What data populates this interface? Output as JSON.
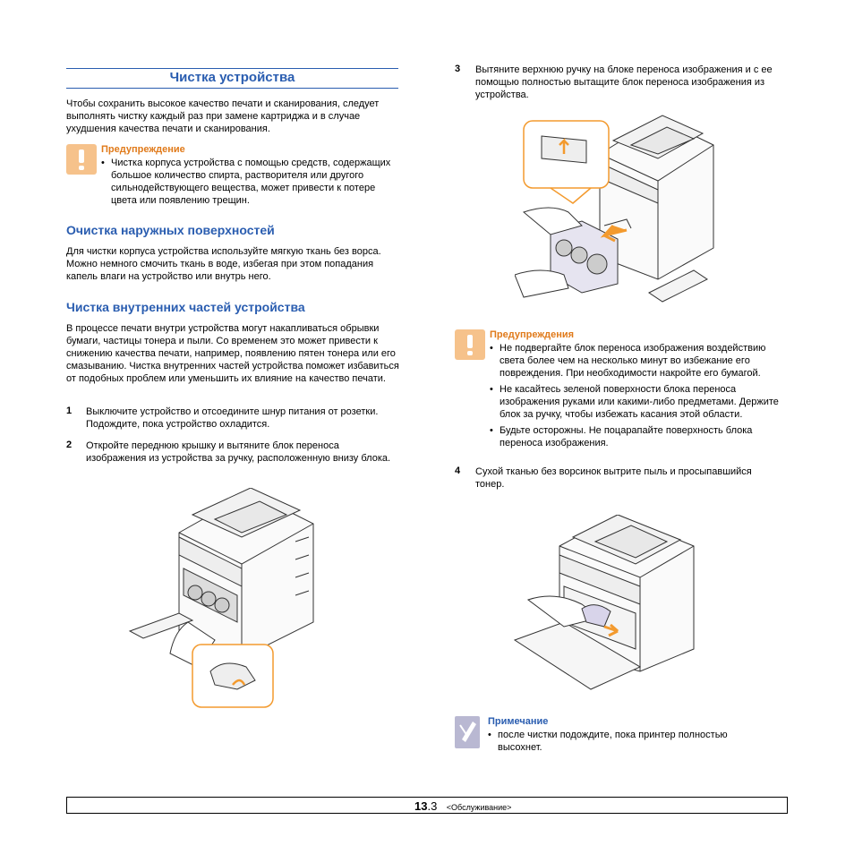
{
  "left": {
    "title": "Чистка устройства",
    "intro": "Чтобы сохранить высокое качество печати и сканирования, следует выполнять чистку каждый раз при замене картриджа и в случае ухудшения качества печати и сканирования.",
    "warning1": {
      "label": "Предупреждение",
      "items": [
        "Чистка корпуса устройства с помощью средств, содержащих большое количество спирта, растворителя или другого сильнодействующего вещества, может привести к потере цвета или появлению трещин."
      ]
    },
    "sec1": {
      "title": "Очистка наружных поверхностей",
      "text": "Для чистки корпуса устройства используйте мягкую ткань без ворса. Можно немного смочить ткань в воде, избегая при этом попадания капель влаги на устройство или внутрь него."
    },
    "sec2": {
      "title": "Чистка внутренних частей устройства",
      "text": "В процессе печати внутри устройства могут накапливаться обрывки бумаги, частицы тонера и пыли. Со временем это может привести к снижению качества печати, например, появлению пятен тонера или его смазыванию. Чистка внутренних частей устройства поможет избавиться от подобных проблем или уменьшить их влияние на качество печати."
    },
    "steps": [
      {
        "num": "1",
        "text": "Выключите устройство и отсоедините шнур питания от розетки. Подождите, пока устройство охладится."
      },
      {
        "num": "2",
        "text": "Откройте переднюю крышку и вытяните блок переноса изображения из устройства за ручку, расположенную внизу блока."
      }
    ]
  },
  "right": {
    "step3": {
      "num": "3",
      "text": "Вытяните верхнюю ручку на блоке переноса изображения и с ее помощью полностью вытащите блок переноса изображения из устройства."
    },
    "warning2": {
      "label": "Предупреждения",
      "items": [
        "Не подвергайте блок переноса изображения воздействию света более чем на несколько минут во избежание его повреждения. При необходимости накройте его бумагой.",
        "Не касайтесь зеленой поверхности блока переноса изображения руками или какими-либо предметами. Держите блок за ручку, чтобы избежать касания этой области.",
        "Будьте осторожны. Не поцарапайте поверхность блока переноса изображения."
      ]
    },
    "step4": {
      "num": "4",
      "text": "Сухой тканью без ворсинок вытрите пыль и просыпавшийся тонер."
    },
    "note": {
      "label": "Примечание",
      "items": [
        "после чистки подождите, пока принтер полностью высохнет."
      ]
    }
  },
  "footer": {
    "page_major": "13",
    "page_minor": ".3",
    "section": "<Обслуживание>"
  },
  "colors": {
    "heading": "#2a5db0",
    "warning_label": "#e07a1a",
    "warning_icon": "#f6c28b",
    "callout": "#f39a2e"
  }
}
